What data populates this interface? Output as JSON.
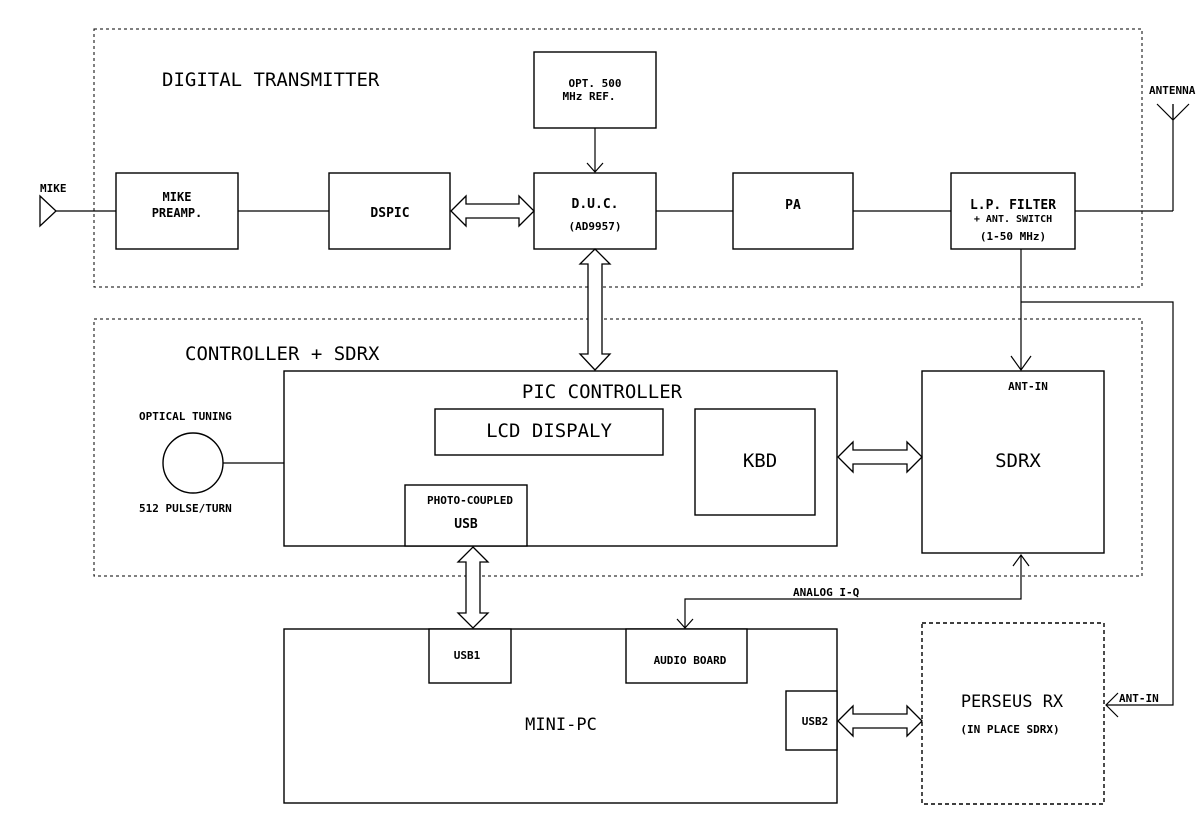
{
  "sections": {
    "transmitter": "DIGITAL TRANSMITTER",
    "controller": "CONTROLLER + SDRX"
  },
  "labels": {
    "mike": "MIKE",
    "antenna": "ANTENNA",
    "optical_tuning": "OPTICAL TUNING",
    "pulse_turn": "512 PULSE/TURN",
    "analog_iq": "ANALOG I-Q",
    "ant_in": "ANT-IN"
  },
  "blocks": {
    "mike_preamp": [
      "MIKE",
      "PREAMP."
    ],
    "dspic": "DSPIC",
    "opt_ref": [
      "OPT. 500",
      "MHz REF."
    ],
    "duc": [
      "D.U.C.",
      "(AD9957)"
    ],
    "pa": "PA",
    "lp_filter": [
      "L.P. FILTER",
      "+ ANT. SWITCH",
      "(1-50 MHz)"
    ],
    "pic_controller": "PIC CONTROLLER",
    "lcd": "LCD DISPALY",
    "kbd": "KBD",
    "photo_usb": [
      "PHOTO-COUPLED",
      "USB"
    ],
    "sdrx": "SDRX",
    "sdrx_ant": "ANT-IN",
    "usb1": "USB1",
    "audio_board": "AUDIO BOARD",
    "usb2": "USB2",
    "mini_pc": "MINI-PC",
    "perseus": [
      "PERSEUS RX",
      "(IN PLACE SDRX)"
    ]
  }
}
